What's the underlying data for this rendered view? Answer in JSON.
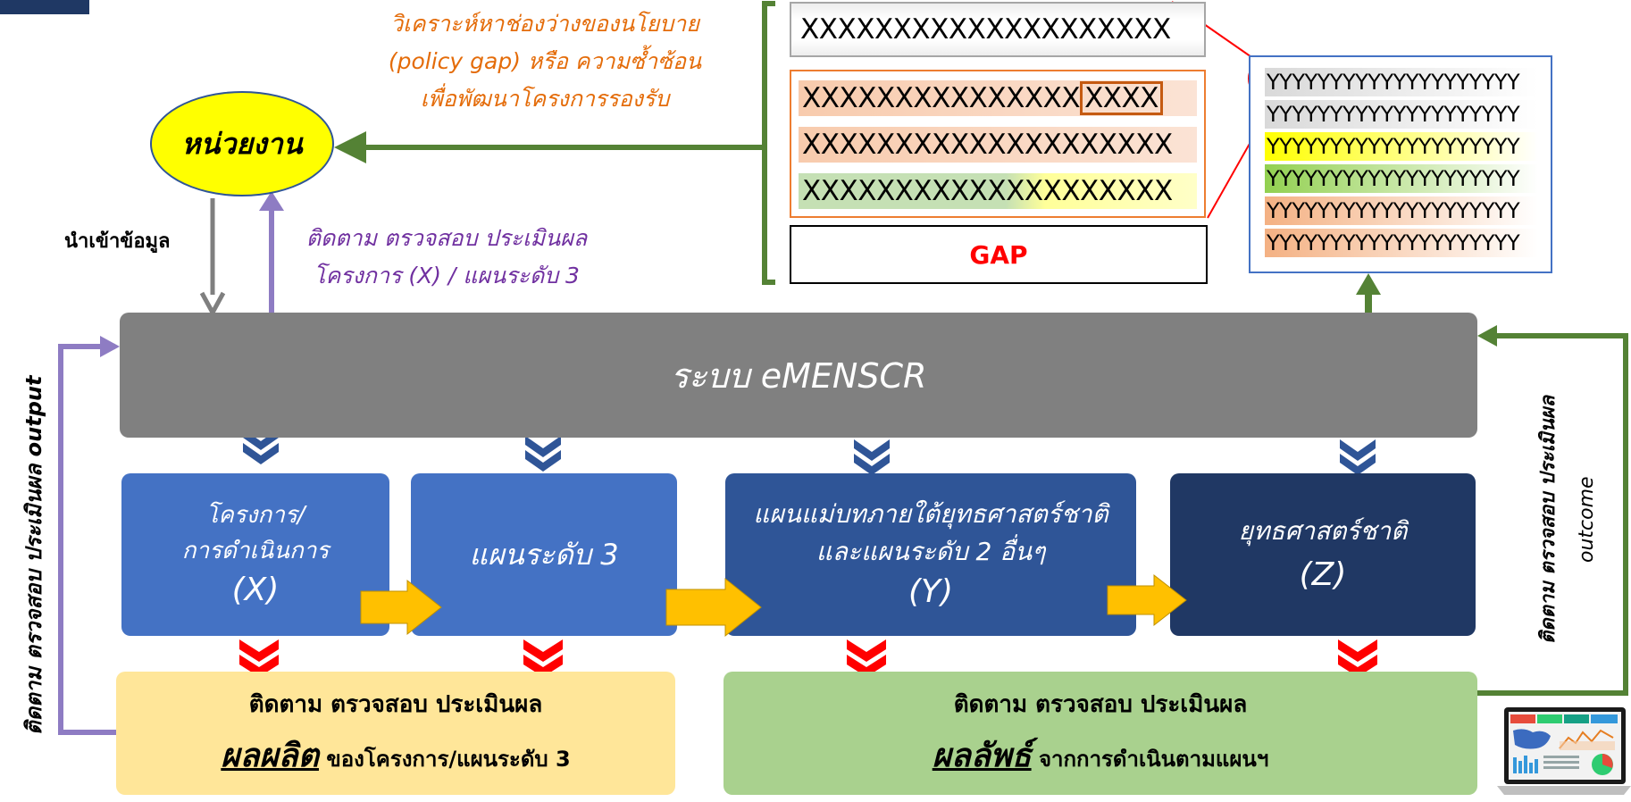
{
  "agency": {
    "label": "หน่วยงาน"
  },
  "notes": {
    "policy_gap": [
      "วิเคราะห์หาช่องว่างของนโยบาย",
      "(policy gap) หรือ ความซ้ำซ้อน",
      "เพื่อพัฒนาโครงการรองรับ"
    ],
    "import_data": "นำเข้าข้อมูล",
    "monitor_project": [
      "ติดตาม ตรวจสอบ ประเมินผล",
      "โครงการ (X) / แผนระดับ 3"
    ],
    "monitor_output": "ติดตาม ตรวจสอบ ประเมินผล output",
    "monitor_outcome": [
      "ติดตาม ตรวจสอบ ประเมินผล",
      "outcome"
    ]
  },
  "x_boxes": {
    "top": "XXXXXXXXXXXXXXXXXXXX",
    "row1_main": "XXXXXXXXXXXXXXX",
    "row1_highlight": "XXXX",
    "row2": "XXXXXXXXXXXXXXXXXXXX",
    "row3_green": "XXXXXXXXXXXX",
    "row3_yellow": "XXXXXXXX",
    "gap": "GAP"
  },
  "y_box": {
    "rows": [
      "YYYYYYYYYYYYYYYYYYYY",
      "YYYYYYYYYYYYYYYYYYYY",
      "YYYYYYYYYYYYYYYYYYYY",
      "YYYYYYYYYYYYYYYYYYYY",
      "YYYYYYYYYYYYYYYYYYYY",
      "YYYYYYYYYYYYYYYYYYYY"
    ],
    "row_colors": [
      "#d9d9d9",
      "#d9d9d9",
      "#ffff00",
      "#92d050",
      "#f4b183",
      "#f4b183"
    ]
  },
  "system": {
    "label": "ระบบ eMENSCR"
  },
  "process": {
    "x": {
      "line1": "โครงการ/",
      "line2": "การดำเนินการ",
      "code": "(X)"
    },
    "level3": {
      "line1": "แผนระดับ 3"
    },
    "y": {
      "line1": "แผนแม่บทภายใต้ยุทธศาสตร์ชาติ",
      "line2": "และแผนระดับ 2 อื่นๆ",
      "code": "(Y)"
    },
    "z": {
      "line1": "ยุทธศาสตร์ชาติ",
      "code": "(Z)"
    }
  },
  "bottom": {
    "output": {
      "line1": "ติดตาม ตรวจสอบ ประเมินผล",
      "big": "ผลผลิต",
      "rest": " ของโครงการ/แผนระดับ 3"
    },
    "outcome": {
      "line1": "ติดตาม ตรวจสอบ ประเมินผล",
      "big": "ผลลัพธ์",
      "rest": " จากการดำเนินตามแผนฯ"
    }
  },
  "colors": {
    "green_arrow": "#548235",
    "purple_arrow": "#8e7cc3",
    "gray_arrow": "#7f7f7f",
    "chevron_blue": "#2f5597",
    "chevron_red": "#ff0000",
    "block_arrow": "#ffc000"
  }
}
